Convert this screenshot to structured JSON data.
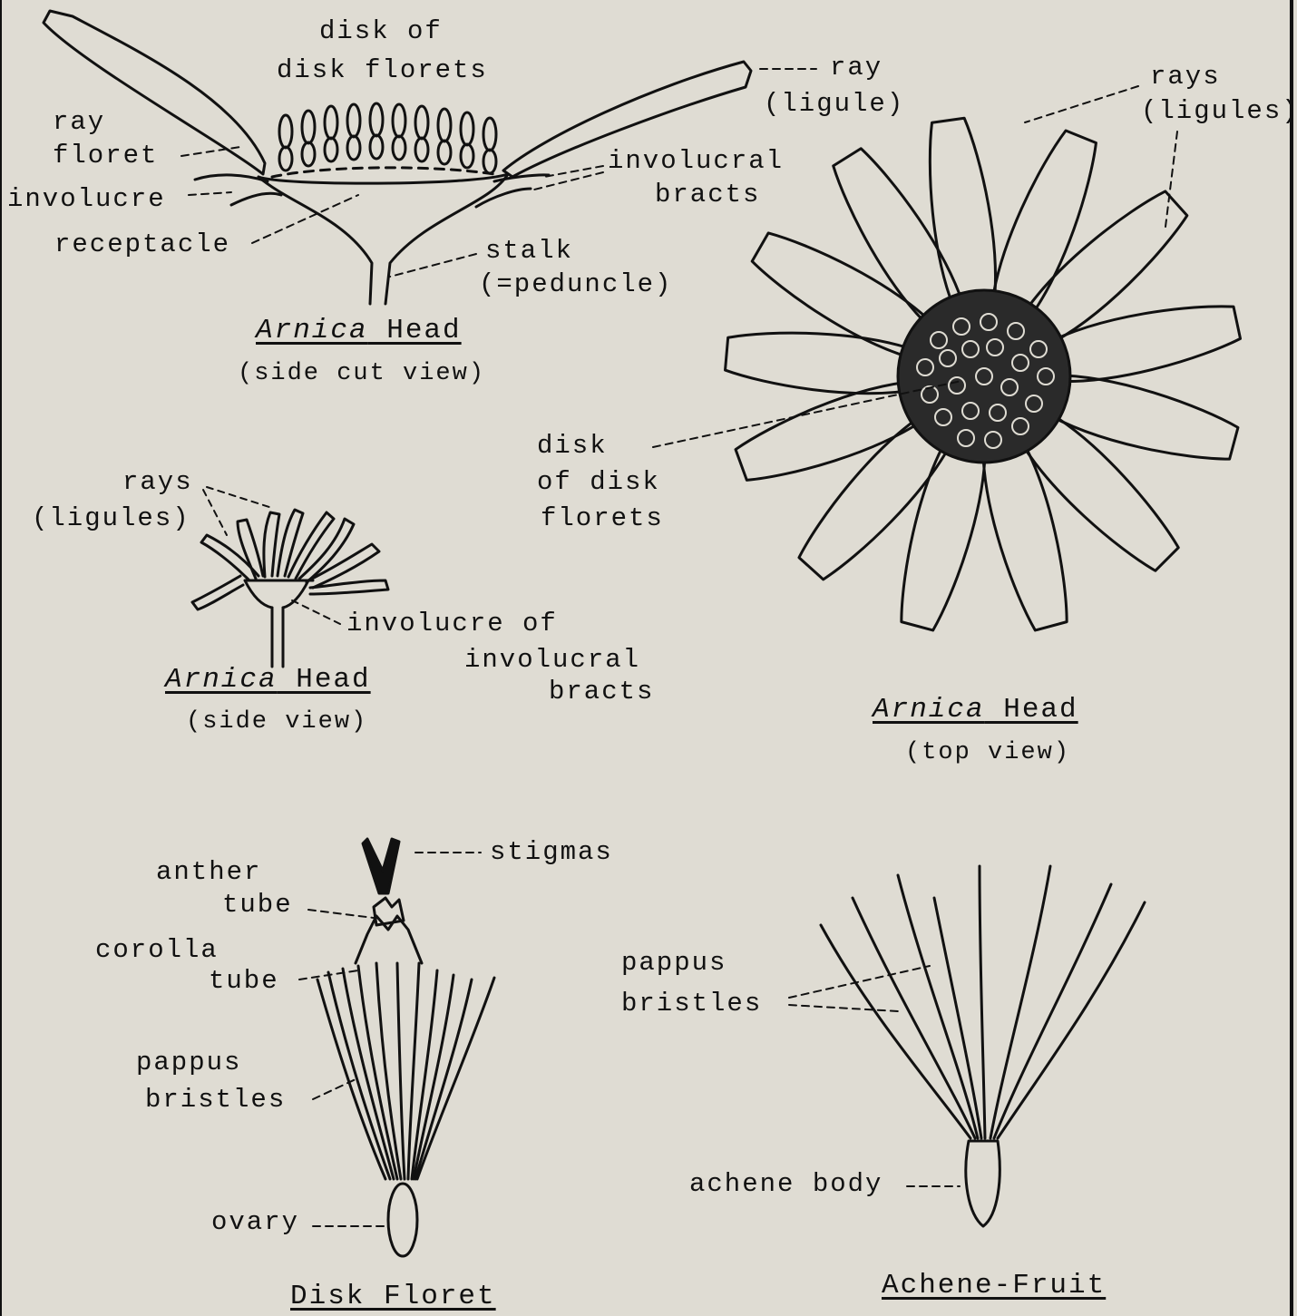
{
  "colors": {
    "background": "#dfdcd3",
    "ink": "#111111"
  },
  "side_cut_view": {
    "labels": {
      "disk1": "disk of",
      "disk2": "disk florets",
      "ray1": "ray",
      "ray2": "(ligule)",
      "rayfloret1": "ray",
      "rayfloret2": "floret",
      "involucre": "involucre",
      "bracts1": "involucral",
      "bracts2": "bracts",
      "receptacle": "receptacle",
      "stalk1": "stalk",
      "stalk2": "(=peduncle)"
    },
    "title_italic": "Arnica",
    "title_rest": " Head",
    "subtitle": "(side cut view)"
  },
  "top_view": {
    "labels": {
      "rays1": "rays",
      "rays2": "(ligules)",
      "disk1": "disk",
      "disk2": "of disk",
      "disk3": "florets"
    },
    "title_italic": "Arnica",
    "title_rest": " Head",
    "subtitle": "(top view)"
  },
  "side_view": {
    "labels": {
      "rays1": "rays",
      "rays2": "(ligules)",
      "inv1": "involucre of",
      "inv2": "involucral",
      "inv3": "bracts"
    },
    "title_italic": "Arnica",
    "title_rest": " Head",
    "subtitle": "(side view)"
  },
  "disk_floret": {
    "labels": {
      "stigmas": "stigmas",
      "anther1": "anther",
      "anther2": "tube",
      "corolla1": "corolla",
      "corolla2": "tube",
      "pappus1": "pappus",
      "pappus2": "bristles",
      "ovary": "ovary"
    },
    "title": "Disk Floret"
  },
  "achene_fruit": {
    "labels": {
      "pappus1": "pappus",
      "pappus2": "bristles",
      "body": "achene body"
    },
    "title": "Achene-Fruit"
  }
}
